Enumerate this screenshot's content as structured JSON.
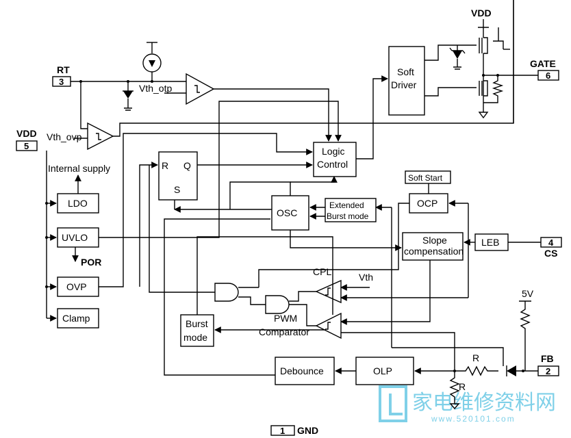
{
  "pins": {
    "rt": {
      "num": "3",
      "name": "RT"
    },
    "vdd": {
      "num": "5",
      "name": "VDD"
    },
    "gate": {
      "num": "6",
      "name": "GATE"
    },
    "cs": {
      "num": "4",
      "name": "CS"
    },
    "fb": {
      "num": "2",
      "name": "FB"
    },
    "gnd": {
      "num": "1",
      "name": "GND"
    }
  },
  "top_vdd": "VDD",
  "blocks": {
    "ldo": "LDO",
    "uvlo": "UVLO",
    "ovp": "OVP",
    "clamp": "Clamp",
    "soft_driver": [
      "Soft",
      "Driver"
    ],
    "logic": [
      "Logic",
      "Control"
    ],
    "sr_r": "R",
    "sr_q": "Q",
    "sr_s": "S",
    "osc": "OSC",
    "ext_burst": [
      "Extended",
      "Burst mode"
    ],
    "soft_start": "Soft Start",
    "ocp": "OCP",
    "slope": [
      "Slope",
      "compensation"
    ],
    "leb": "LEB",
    "burst_mode": [
      "Burst",
      "mode"
    ],
    "debounce": "Debounce",
    "olp": "OLP"
  },
  "labels": {
    "vth_otp": "Vth_otp",
    "vth_ovp": "Vth_ovp",
    "internal_supply": "Internal supply",
    "por": "POR",
    "cpl": "CPL",
    "vth": "Vth",
    "pwm": "PWM",
    "comparator": "Comparator",
    "r1": "R",
    "r2": "R",
    "v5": "5V"
  },
  "watermark": {
    "text": "家电维修资料网",
    "sub": "www.520101.com"
  }
}
